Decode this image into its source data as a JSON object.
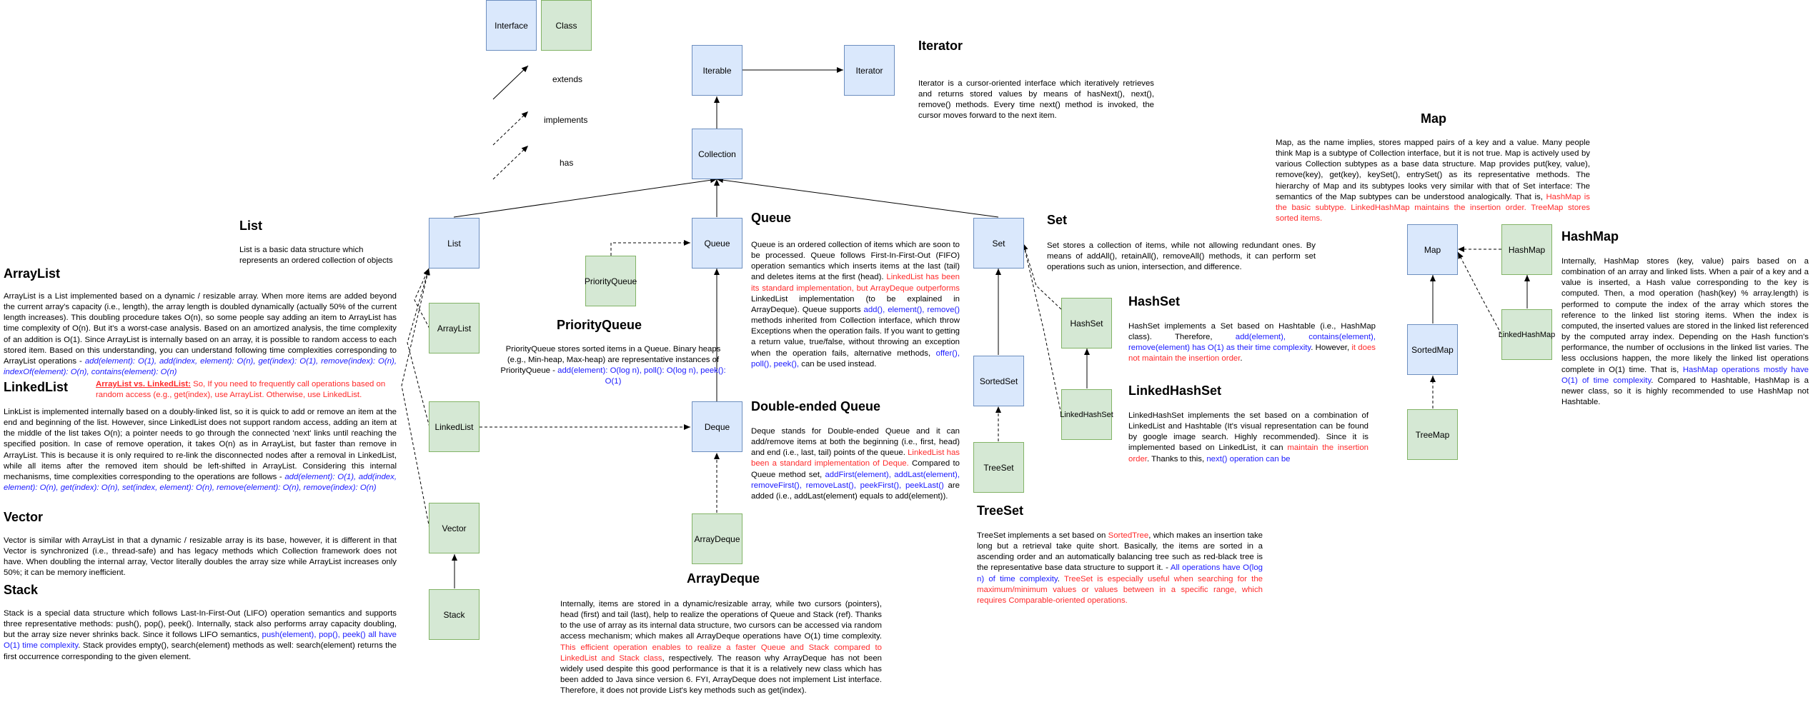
{
  "legend": {
    "interface": "Interface",
    "class": "Class",
    "extends": "extends",
    "implements": "implements",
    "has": "has"
  },
  "nodes": {
    "iterable": "Iterable",
    "iterator": "Iterator",
    "collection": "Collection",
    "list": "List",
    "queue": "Queue",
    "set": "Set",
    "arraylist": "ArrayList",
    "linkedlist": "LinkedList",
    "vector": "Vector",
    "stack": "Stack",
    "priorityqueue": "PriorityQueue",
    "deque": "Deque",
    "arraydeque": "ArrayDeque",
    "hashset": "HashSet",
    "linkedhashset": "LinkedHashSet",
    "sortedset": "SortedSet",
    "treeset": "TreeSet",
    "map": "Map",
    "hashmap": "HashMap",
    "linkedhashmap": "LinkedHashMap",
    "sortedmap": "SortedMap",
    "treemap": "TreeMap"
  },
  "titles": {
    "iterator": "Iterator",
    "list": "List",
    "arraylist": "ArrayList",
    "linkedlist": "LinkedList",
    "vector": "Vector",
    "stack": "Stack",
    "queue": "Queue",
    "priorityqueue": "PriorityQueue",
    "deque": "Double-ended Queue",
    "arraydeque": "ArrayDeque",
    "set": "Set",
    "hashset": "HashSet",
    "linkedhashset": "LinkedHashSet",
    "treeset": "TreeSet",
    "map": "Map",
    "hashmap": "HashMap"
  },
  "text": {
    "iterator": "Iterator is a cursor-oriented interface  which iteratively retrieves and returns stored values by means of hasNext(), next(), remove() methods. Every time next() method is invoked, the cursor moves forward to the next item.",
    "list": "List is a basic data structure which represents an ordered collection of objects",
    "arraylist_a": "ArrayList is a List implemented based on a dynamic / resizable array. When more items are added beyond the current array's capacity (i.e., length), the array length is doubled dynamically (actually 50% of the current length increases). This doubling procedure takes O(n), so some people say adding an item to ArrayList has time complexity of O(n). But it's a worst-case analysis. Based on an amortized analysis, the time complexity of an addition is O(1). Since ArrayList is internally based on an array, it is possible to random access to each stored item. Based on this understanding, you can understand following time complexities corresponding to ArrayList operations - ",
    "arraylist_b": "add(element): O(1), add(index, element): O(n), get(index): O(1), remove(index): O(n), indexOf(element): O(n), contains(element): O(n)",
    "vs_title": "ArrayList vs. LinkedList:",
    "vs_body": " So, If you need to frequently call operations based on random access (e.g., get(index), use ArrayList. Otherwise, use LinkedList.",
    "linkedlist_a": "LinkList is implemented internally based on a doubly-linked list, so it is quick to add or remove an item at the end and beginning of the list. However, since LinkedList does not support random access, adding an item at the middle of the list takes O(n); a pointer needs to go through the connected 'next' links until reaching the specified position. In case of remove operation, it takes O(n) as in ArrayList, but faster than remove in ArrayList. This is because it is only required to re-link the disconnected nodes after a removal in LinkedList, while all items after the removed item should be left-shifted in ArrayList. Considering this internal mechanisms, time complexities corresponding to the operations are follows - ",
    "linkedlist_b": "add(element): O(1), add(index, element): O(n), get(index): O(n), set(index, element): O(n), remove(element): O(n), remove(index): O(n)",
    "vector": "Vector is similar with ArrayList in that a dynamic / resizable array is its base, however, it is different in that Vector is synchronized (i.e., thread-safe) and has legacy methods which Collection framework does not have. When doubling the internal array, Vector literally doubles the array size while ArrayList increases only 50%; it can be memory inefficient.",
    "stack_a": "Stack is a special data structure which follows Last-In-First-Out (LIFO) operation semantics and supports three representative methods: push(), pop(), peek(). Internally, stack also performs array capacity doubling, but the array size never shrinks back. Since it follows LIFO semantics, ",
    "stack_b": "push(element), pop(), peek() all have O(1) time complexity",
    "stack_c": ". Stack provides empty(), search(element) methods as well: search(element) returns the first occurrence corresponding to the given element.",
    "queue_a": "Queue is an ordered collection of items which are soon to be processed. Queue follows First-In-First-Out (FIFO) operation semantics which inserts items at the last (tail) and deletes items at the first (head). ",
    "queue_b": "LinkedList has been its standard implementation, but ArrayDeque outperforms",
    "queue_c": " LinkedList implementation (to be explained in ArrayDeque). Queue supports ",
    "queue_d": "add(), element(), remove()",
    "queue_e": " methods inherited from Collection interface, which throw Exceptions when the operation fails. If you want to getting a return value, true/false, without throwing an exception when the operation fails, alternative methods, ",
    "queue_f": "offer(), poll(), peek(),",
    "queue_g": " can be used instead.",
    "pq_a": "PriorityQueue stores sorted items in a Queue. Binary heaps (e.g., Min-heap, Max-heap) are representative instances of PriorityQueue - ",
    "pq_b": "add(element): O(log n), poll(): O(log n), peek(): O(1)",
    "deque_a": "Deque stands for Double-ended Queue and it can add/remove items at both the beginning (i.e., first, head) and end (i.e., last, tail) points of the queue. ",
    "deque_b": "LinkedList has been a standard implementation of Deque.",
    "deque_c": " Compared to Queue method set, ",
    "deque_d": "addFirst(element), addLast(element), removeFirst(), removeLast(), peekFirst(), peekLast()",
    "deque_e": " are added (i.e., addLast(element) equals to add(element)).",
    "ad_a": "Internally, items are stored in a dynamic/resizable array, while two cursors (pointers), head (first) and tail (last), help to realize the operations of Queue and Stack (ref). Thanks to the use of array as its internal data structure, two cursors can be accessed via random access mechanism; which makes all ArrayDeque operations have O(1) time complexity. ",
    "ad_b": "This efficient operation enables to realize a faster Queue and Stack compared to LinkedList and Stack class",
    "ad_c": ", respectively. The reason why ArrayDeque has not been widely used despite this good performance is that it is a relatively new class which has been added to Java since version 6. FYI, ArrayDeque does not implement List interface. Therefore, it does not provide List's key methods such as get(index).",
    "set": "Set stores a collection of items, while not allowing redundant ones. By means of addAll(), retainAll(), removeAll() methods, it can perform set operations such as union, intersection, and difference.",
    "hashset_a": "HashSet implements a Set based on Hashtable (i.e., HashMap class). Therefore, ",
    "hashset_b": "add(element), contains(element), remove(element) has O(1) as their time complexity",
    "hashset_c": ". However, ",
    "hashset_d": "it does not maintain the insertion order",
    "hashset_e": ".",
    "lhs_a": "LinkedHashSet implements the set based on a combination of LinkedList and Hashtable (It's visual representation can be found by google image search. Highly recommended). Since it is implemented based on LinkedList, it can ",
    "lhs_b": "maintain the insertion order",
    "lhs_c": ". Thanks to this, ",
    "lhs_d": "next() operation can be",
    "ts_a": "TreeSet implements a set based on ",
    "ts_b": "SortedTree",
    "ts_c": ", which makes an insertion take long but a retrieval take quite short. Basically, the items are sorted in a ascending order and an automatically balancing tree such as red-black tree is the representative base data structure to support it. - ",
    "ts_d": "All operations have O(log n) of time complexity",
    "ts_e": ". ",
    "ts_f": "TreeSet is especially useful when searching for the maximum/minimum values or values between in a specific range, which requires Comparable-oriented operations.",
    "map_a": "Map, as the name implies, stores mapped pairs of a key and a value. Many people think Map is a subtype of Collection interface, but it is not true. Map is actively used by various Collection subtypes as a base data structure. Map provides put(key, value), remove(key), get(key), keySet(), entrySet() as its representative methods. The hierarchy of Map and its subtypes looks very similar with that of Set interface: The semantics of the Map subtypes can be understood analogically. That is, ",
    "map_b": "HashMap is the basic subtype. LinkedHashMap maintains the insertion order. TreeMap stores sorted items.",
    "hm_a": "Internally, HashMap stores (key, value) pairs based on a combination of an array and linked lists. When a pair of a key and a value is inserted, a Hash value corresponding to the key is computed. Then, a mod operation (hash(key) % array.length) is performed to compute the index of the array which stores the reference to the linked list storing items. When the index is computed, the inserted values are stored in the linked list referenced by the computed array index. Depending on the Hash function's performance, the number of occlusions in the linked list varies. The less occlusions happen, the more likely the linked list operations complete in O(1) time. That is, ",
    "hm_b": "HashMap operations mostly have O(1) of time complexity",
    "hm_c": ". Compared to Hashtable, HashMap is a newer class, so it is highly recommended to use HashMap not Hashtable."
  }
}
